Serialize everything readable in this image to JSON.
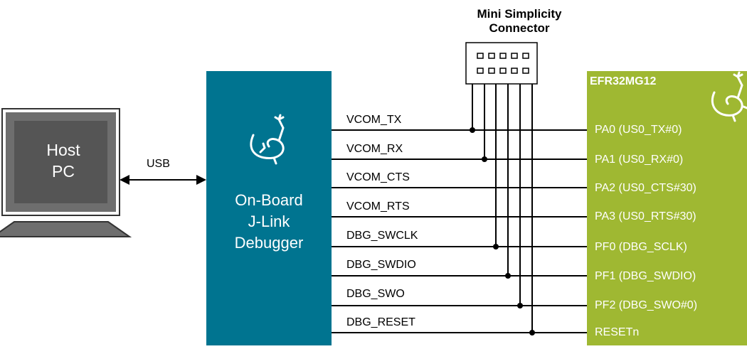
{
  "connector": {
    "title": "Mini Simplicity",
    "title2": "Connector"
  },
  "host_pc": {
    "line1": "Host",
    "line2": "PC"
  },
  "usb_label": "USB",
  "debugger": {
    "line1": "On-Board",
    "line2": "J-Link",
    "line3": "Debugger"
  },
  "mcu": {
    "title": "EFR32MG12"
  },
  "signals": [
    {
      "name": "VCOM_TX",
      "pin": "PA0 (US0_TX#0)"
    },
    {
      "name": "VCOM_RX",
      "pin": "PA1 (US0_RX#0)"
    },
    {
      "name": "VCOM_CTS",
      "pin": "PA2 (US0_CTS#30)"
    },
    {
      "name": "VCOM_RTS",
      "pin": "PA3 (US0_RTS#30)"
    },
    {
      "name": "DBG_SWCLK",
      "pin": "PF0 (DBG_SCLK)"
    },
    {
      "name": "DBG_SWDIO",
      "pin": "PF1 (DBG_SWDIO)"
    },
    {
      "name": "DBG_SWO",
      "pin": "PF2 (DBG_SWO#0)"
    },
    {
      "name": "DBG_RESET",
      "pin": "RESETn"
    }
  ],
  "colors": {
    "debugger": "#007490",
    "mcu": "#9fb832",
    "pc_frame": "#6e6e6e",
    "pc_screen": "#555555"
  }
}
